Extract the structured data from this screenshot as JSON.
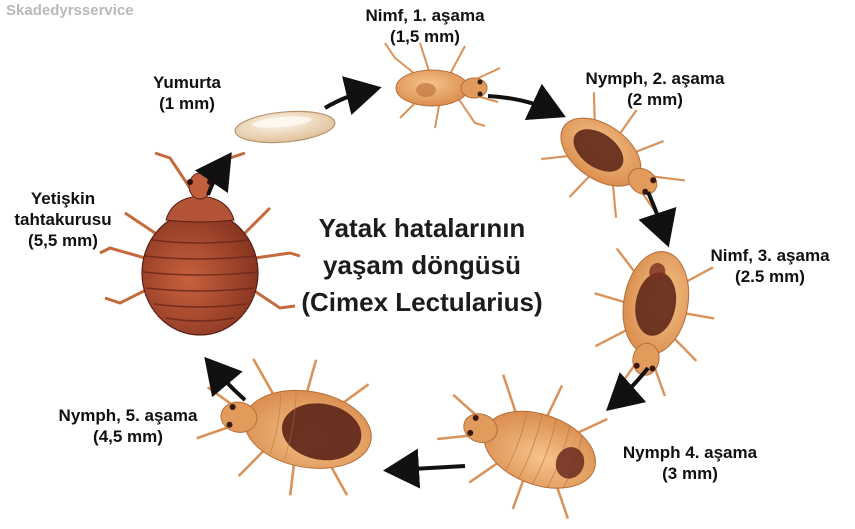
{
  "watermark": "Skadedyrsservice",
  "title": {
    "line1": "Yatak hatalarının",
    "line2": "yaşam döngüsü",
    "line3": "(Cimex Lectularius)"
  },
  "stages": {
    "egg": {
      "name": "Yumurta",
      "size": "(1 mm)"
    },
    "nymph1": {
      "name": "Nimf, 1. aşama",
      "size": "(1,5 mm)"
    },
    "nymph2": {
      "name": "Nymph, 2. aşama",
      "size": "(2 mm)"
    },
    "nymph3": {
      "name": "Nimf, 3. aşama",
      "size": "(2.5 mm)"
    },
    "nymph4": {
      "name": "Nymph 4. aşama",
      "size": "(3 mm)"
    },
    "nymph5": {
      "name": "Nymph, 5. aşama",
      "size": "(4,5 mm)"
    },
    "adult": {
      "name_line1": "Yetişkin",
      "name_line2": "tahtakurusu",
      "size": "(5,5 mm)"
    }
  },
  "colors": {
    "arrow": "#111111",
    "bug_light": "#e8a466",
    "bug_mid": "#c8773d",
    "bug_dark": "#6a2d1f",
    "adult_body": "#a9472e",
    "egg": "#f2dcc0"
  }
}
